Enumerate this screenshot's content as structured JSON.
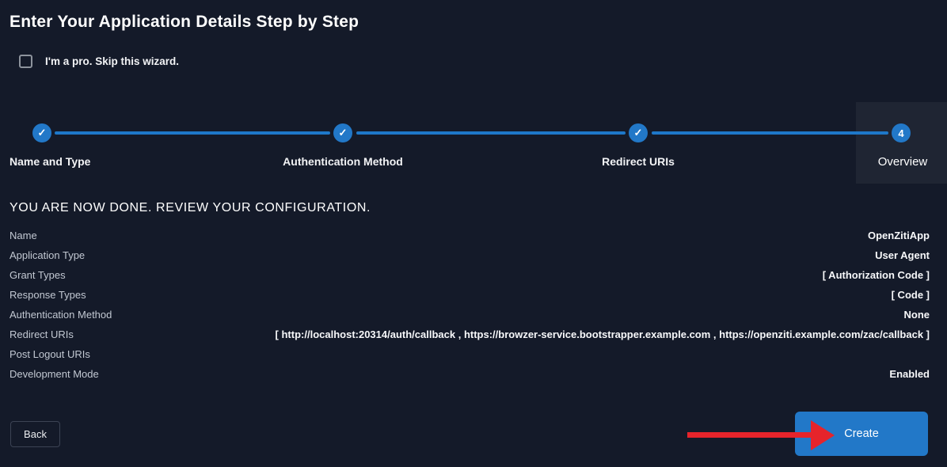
{
  "colors": {
    "background": "#141a29",
    "accent_blue": "#2278c8",
    "annotation_red": "#e6242b",
    "active_step_highlight": "rgba(255,255,255,0.05)"
  },
  "header": {
    "title": "Enter Your Application Details Step by Step",
    "skip_checkbox_label": "I'm a pro. Skip this wizard.",
    "skip_checkbox_checked": false
  },
  "stepper": {
    "steps": [
      {
        "label": "Name and Type",
        "state": "complete",
        "glyph": "✓"
      },
      {
        "label": "Authentication Method",
        "state": "complete",
        "glyph": "✓"
      },
      {
        "label": "Redirect URIs",
        "state": "complete",
        "glyph": "✓"
      },
      {
        "label": "Overview",
        "state": "current",
        "glyph": "4"
      }
    ]
  },
  "review": {
    "heading": "YOU ARE NOW DONE. REVIEW YOUR CONFIGURATION.",
    "rows": [
      {
        "label": "Name",
        "value": "OpenZitiApp"
      },
      {
        "label": "Application Type",
        "value": "User Agent"
      },
      {
        "label": "Grant Types",
        "value": "[ Authorization Code ]"
      },
      {
        "label": "Response Types",
        "value": "[ Code ]"
      },
      {
        "label": "Authentication Method",
        "value": "None"
      },
      {
        "label": "Redirect URIs",
        "value": "[ http://localhost:20314/auth/callback , https://browzer-service.bootstrapper.example.com , https://openziti.example.com/zac/callback ]"
      },
      {
        "label": "Post Logout URIs",
        "value": ""
      },
      {
        "label": "Development Mode",
        "value": "Enabled"
      }
    ]
  },
  "footer": {
    "back_label": "Back",
    "create_label": "Create"
  },
  "annotation": {
    "description": "red arrow pointing at Create button"
  }
}
